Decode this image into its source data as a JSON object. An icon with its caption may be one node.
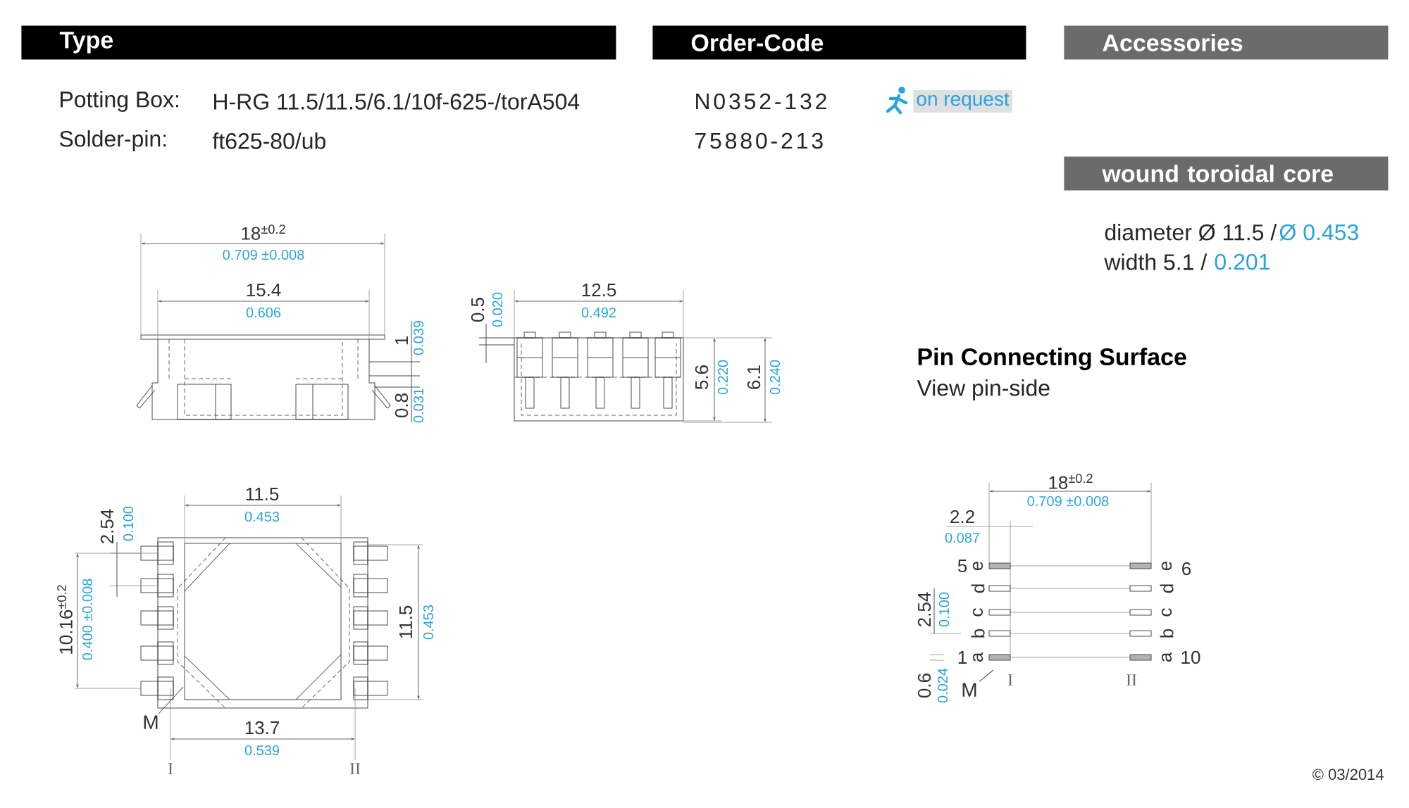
{
  "diagram": {
    "nodes": [
      {
        "text": [
          "Type"
        ]
      },
      {
        "text": [
          "Order-Code"
        ]
      },
      {
        "text": [
          "Accessories"
        ]
      },
      {
        "text": [
          "wound toroidal core"
        ]
      },
      {
        "text": [
          "M"
        ]
      },
      {
        "text": [
          "M"
        ]
      }
    ],
    "edges": [
      {
        "from": 4,
        "to": null,
        "arrow": "none"
      },
      {
        "from": 5,
        "to": null,
        "arrow": "none"
      }
    ],
    "labels": [
      "Potting Box:",
      "H-RG 11.5/11.5/6.1/10f-625-/torA504",
      "N0352-132",
      "on request",
      "Solder-pin:",
      "ft625-80/ub",
      "75880-213",
      "diameter Ø 11.5 /",
      "Ø 0.453",
      "width 5.1 /",
      "0.201",
      "Pin Connecting Surface",
      "View pin-side",
      "18$^{±0.2}$",
      "0.709 ±0.008",
      "15.4",
      "0.606",
      "1",
      "0.039",
      "0.8",
      "0.031",
      "0.5",
      "0.020",
      "12.5",
      "0.492",
      "5.6",
      "0.220",
      "6.1",
      "0.240",
      "2.54",
      "0.100",
      "11.5",
      "0.453",
      "10.16$^{±0.2}$",
      "0.400 ±0.008",
      "11.5",
      "0.453",
      "13.7",
      "0.539",
      "I",
      "II",
      "18$^{±0.2}$",
      "0.709 ±0.008",
      "2.2",
      "0.087",
      "2.54",
      "0.100",
      "0.6",
      "0.024",
      "5",
      "6",
      "1",
      "10",
      "e",
      "d",
      "c",
      "b",
      "a",
      "e",
      "d",
      "c",
      "b",
      "a",
      "I",
      "II",
      "© 03/2014"
    ]
  }
}
